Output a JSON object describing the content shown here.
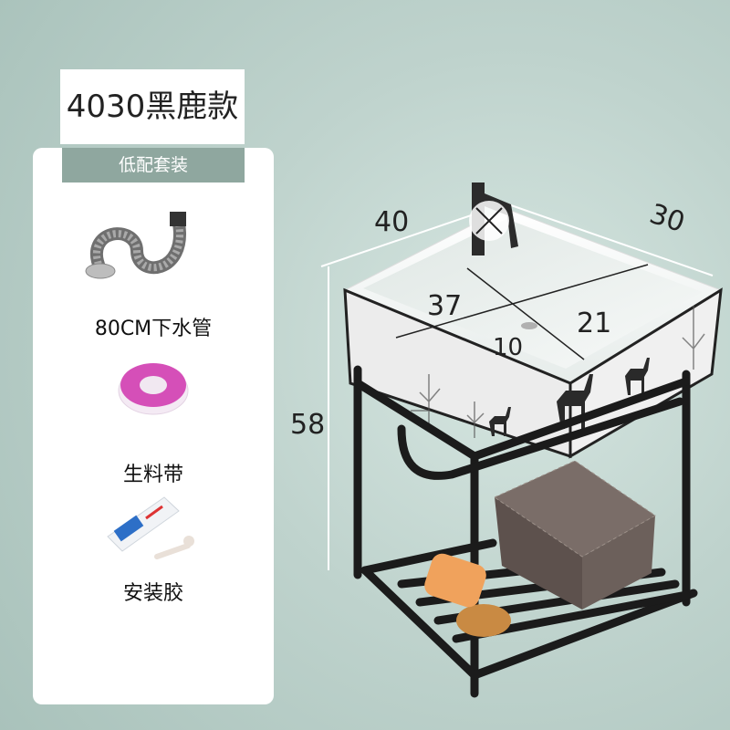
{
  "product_title": "4030黑鹿款",
  "package_label": "低配套装",
  "accessories": [
    {
      "label": "80CM下水管",
      "icon": "drain-hose-icon"
    },
    {
      "label": "生料带",
      "icon": "ptfe-tape-icon"
    },
    {
      "label": "安装胶",
      "icon": "adhesive-tube-icon"
    }
  ],
  "dimensions": {
    "width": "40",
    "depth": "30",
    "height": "58",
    "basin_length": "37",
    "basin_width": "21",
    "drain": "10"
  },
  "colors": {
    "wall": "#bfd3cd",
    "banner": "#8fa79f",
    "frame": "#1b1b1b"
  }
}
